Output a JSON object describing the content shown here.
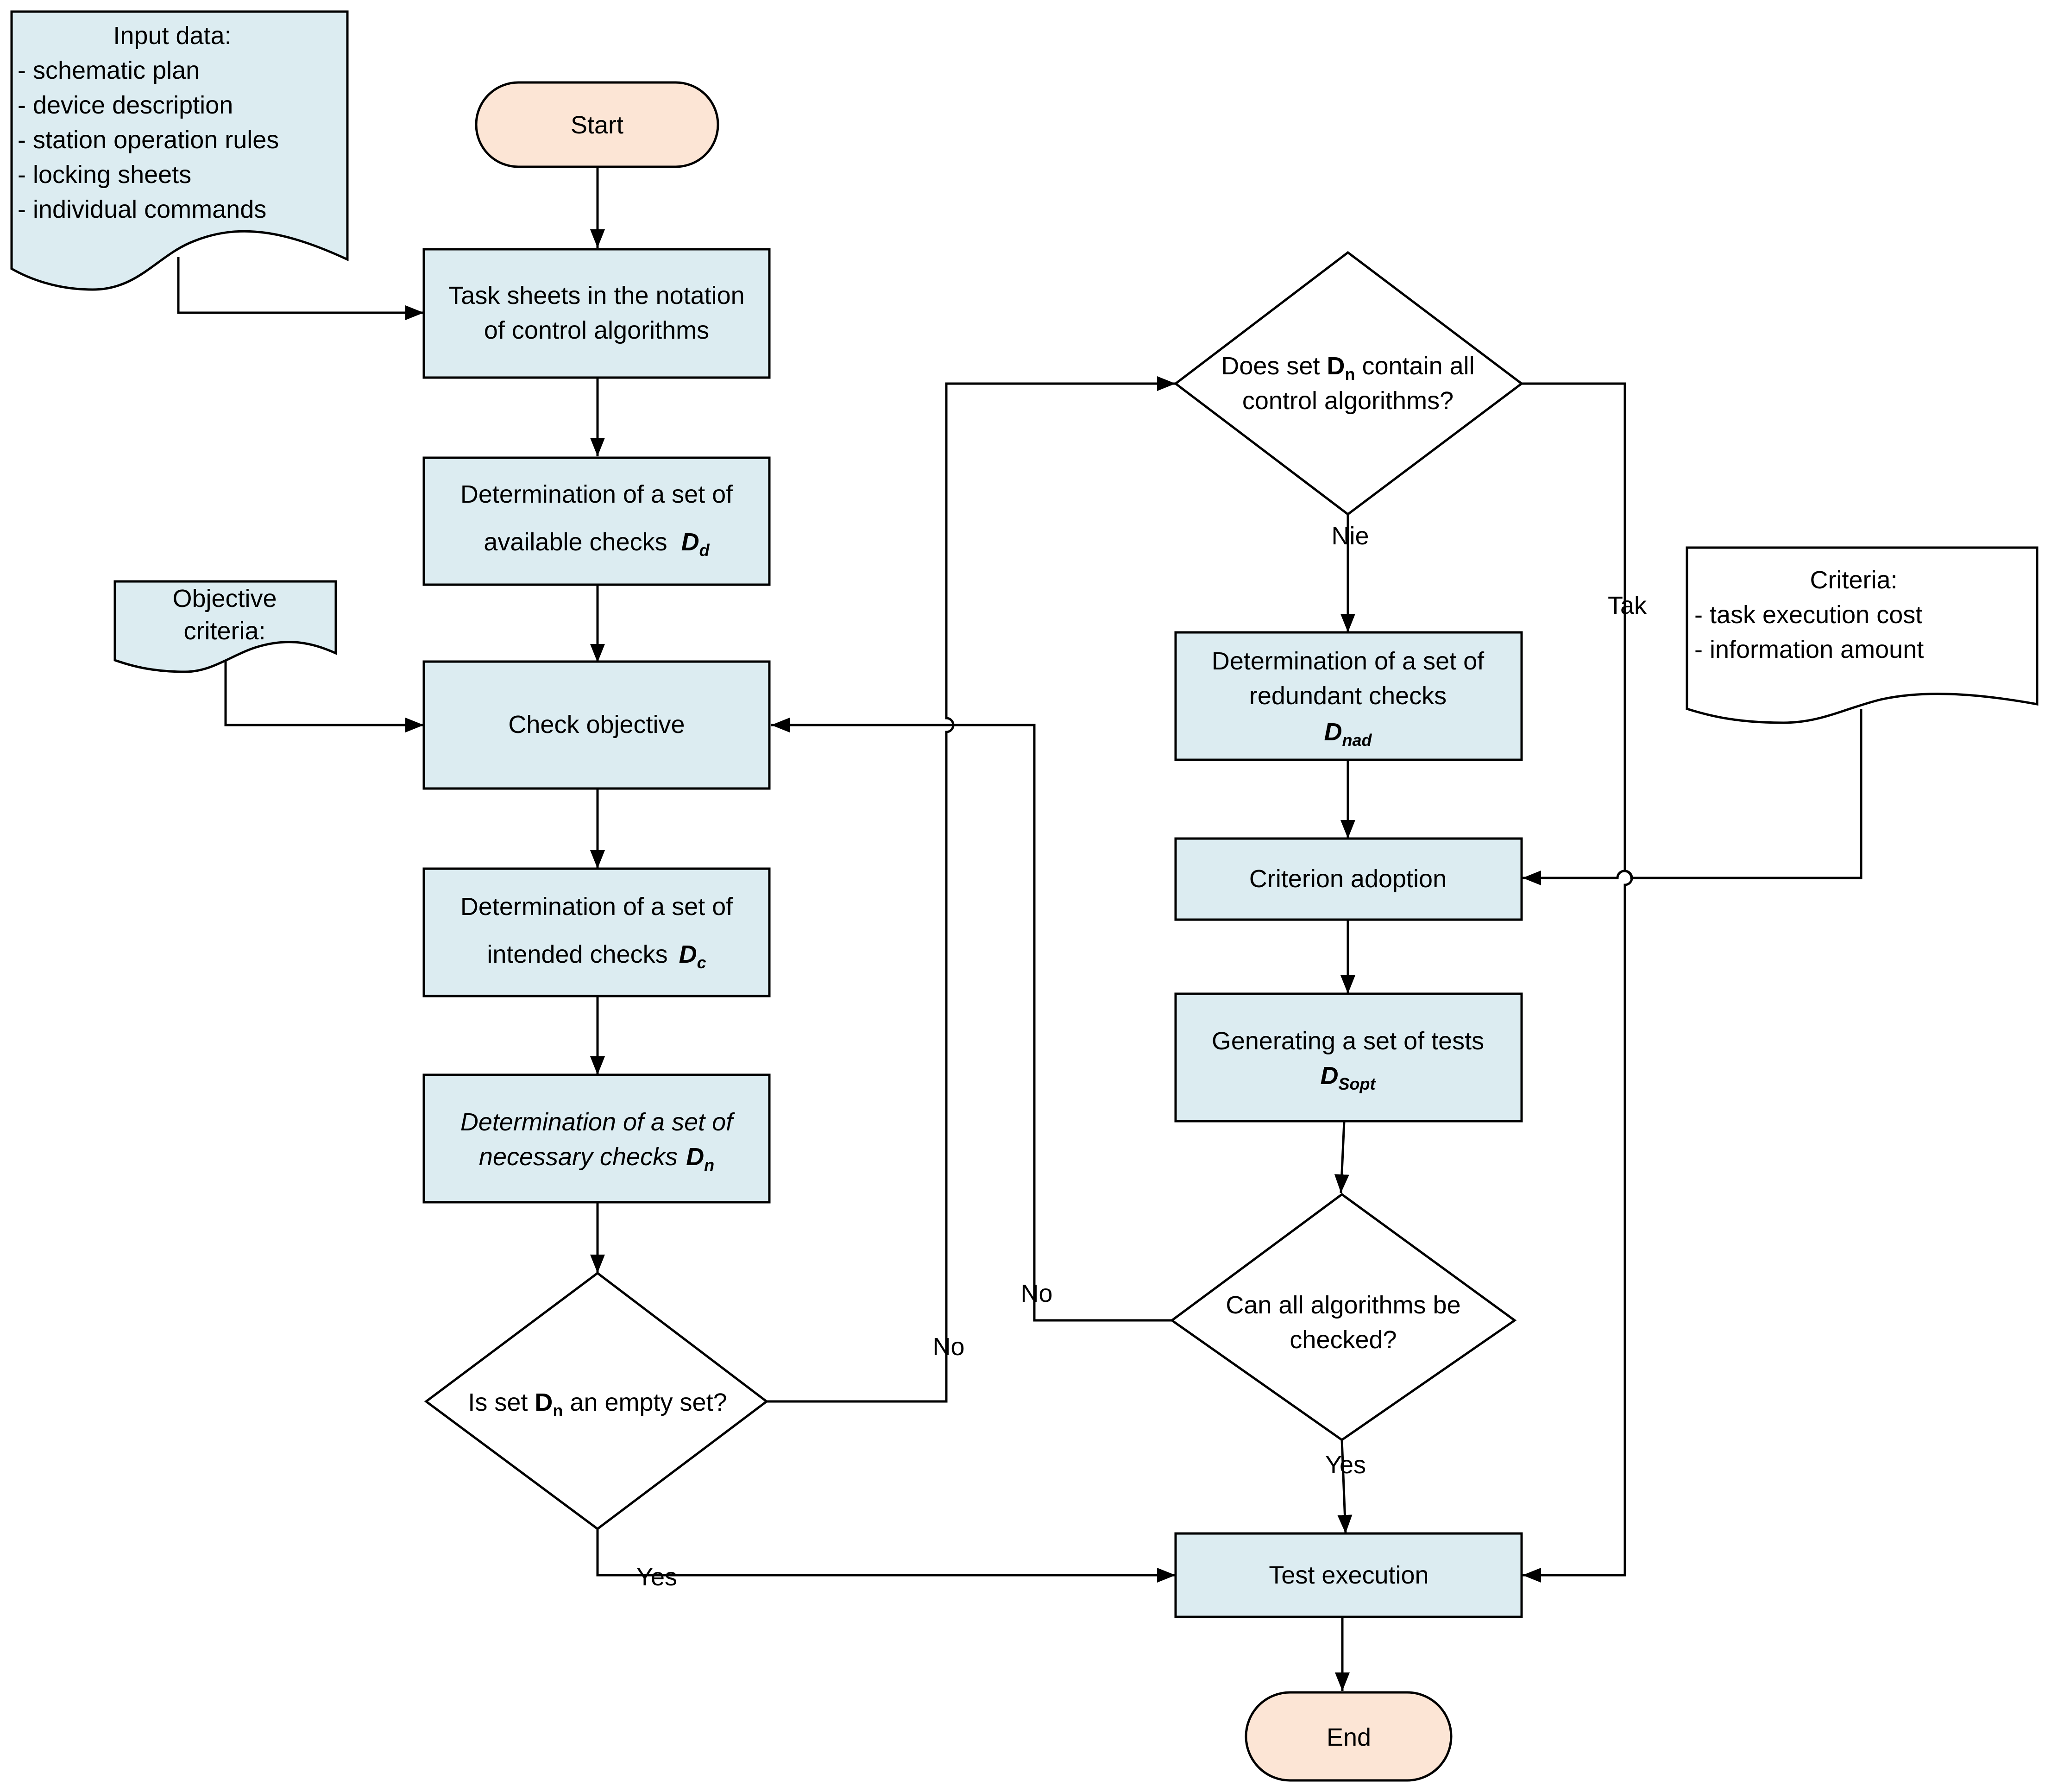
{
  "colors": {
    "process_fill": "#dcecf1",
    "terminal_fill": "#fce5d5",
    "doc_fill": "#dcecf1",
    "stroke": "#000000"
  },
  "input_doc": {
    "title": "Input data:",
    "items": [
      "- schematic plan",
      "- device description",
      "- station operation rules",
      "- locking sheets",
      "- individual commands"
    ]
  },
  "objective_doc": {
    "line1": "Objective",
    "line2": "criteria:"
  },
  "criteria_doc": {
    "title": "Criteria:",
    "items": [
      "- task execution cost",
      "- information amount"
    ]
  },
  "start": "Start",
  "end": "End",
  "task_sheets": {
    "line1": "Task sheets in the notation",
    "line2": "of control algorithms"
  },
  "det_available": {
    "line1": "Determination of a set of",
    "line2": "available checks",
    "sym": "D",
    "sub": "d"
  },
  "check_objective": "Check objective",
  "det_intended": {
    "line1": "Determination of a set of",
    "line2": "intended checks",
    "sym": "D",
    "sub": "c"
  },
  "det_necessary": {
    "line1": "Determination of a set of",
    "line2": "necessary checks",
    "sym": "D",
    "sub": "n"
  },
  "empty_decision": {
    "pre": "Is set ",
    "sym": "D",
    "sub": "n",
    "post": " an empty set?"
  },
  "contain_decision": {
    "pre": "Does set ",
    "sym": "D",
    "sub": "n",
    "post": " contain all",
    "line2": "control algorithms?"
  },
  "det_redundant": {
    "line1": "Determination of a set of",
    "line2": "redundant checks",
    "sym": "D",
    "sub": "nad"
  },
  "criterion_adoption": "Criterion adoption",
  "generating": {
    "line1": "Generating a set of tests",
    "sym": "D",
    "sub": "Sopt"
  },
  "can_check_decision": {
    "line1": "Can all algorithms be",
    "line2": "checked?"
  },
  "test_execution": "Test execution",
  "labels": {
    "no_empty": "No",
    "yes_empty": "Yes",
    "nie": "Nie",
    "tak": "Tak",
    "no_can": "No",
    "yes_can": "Yes"
  }
}
